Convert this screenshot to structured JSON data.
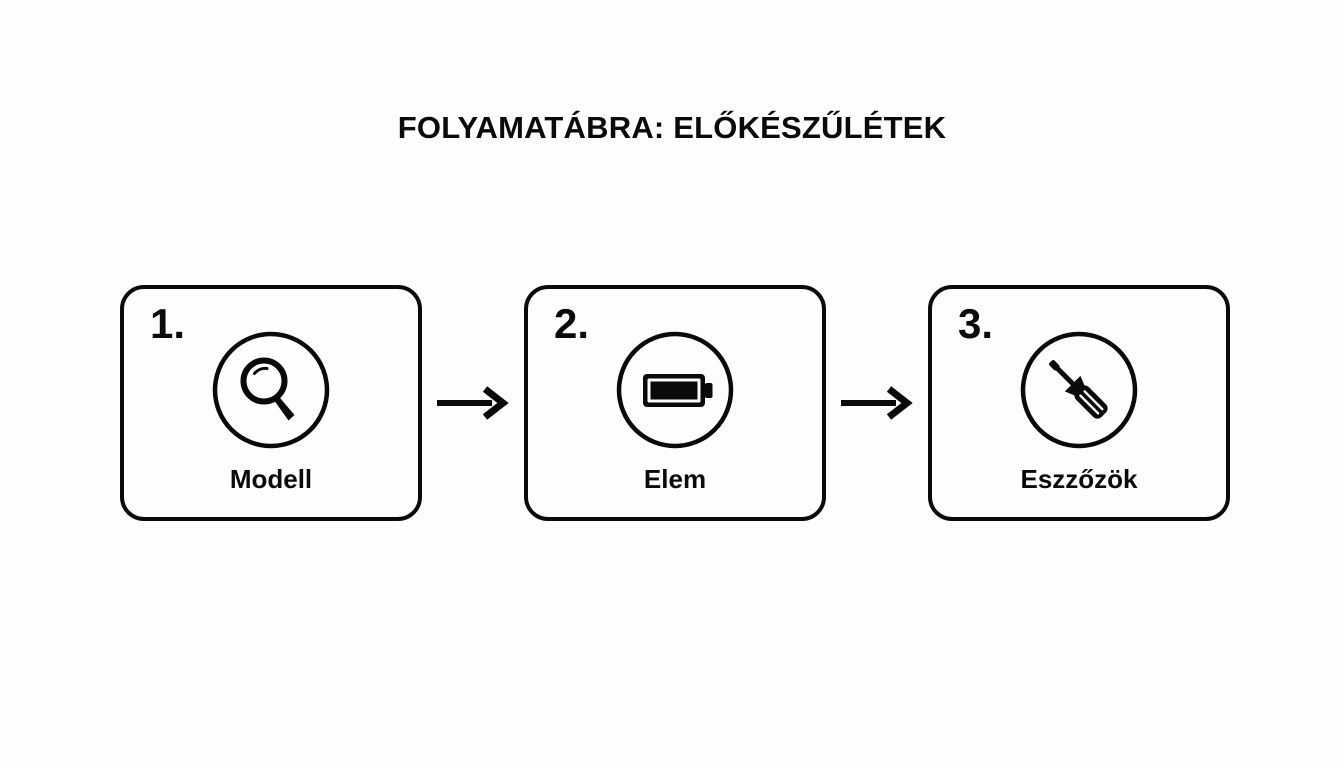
{
  "slide": {
    "background_color": "#fdfdfd",
    "ink_color": "#0a0a0a",
    "title": "FOLYAMATÁBRA: ELŐKÉSZŰLÉTEK"
  },
  "flow": {
    "steps": [
      {
        "number": "1.",
        "label": "Modell",
        "icon": "magnifying-glass-icon"
      },
      {
        "number": "2.",
        "label": "Elem",
        "icon": "battery-icon"
      },
      {
        "number": "3.",
        "label": "Eszzőzök",
        "icon": "screwdriver-icon"
      }
    ],
    "connectors": [
      {
        "icon": "arrow-right-icon"
      },
      {
        "icon": "arrow-right-icon"
      }
    ]
  }
}
